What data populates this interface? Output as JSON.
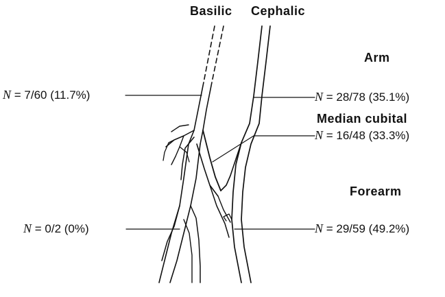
{
  "labels": {
    "basilic": "Basilic",
    "cephalic": "Cephalic",
    "arm": "Arm",
    "median_cubital": "Median cubital",
    "forearm": "Forearm"
  },
  "stats": {
    "basilic_arm": {
      "n": "N",
      "value": " = 7/60 (11.7%)"
    },
    "cephalic_arm": {
      "n": "N",
      "value": " = 28/78 (35.1%)"
    },
    "median_cubital": {
      "n": "N",
      "value": " = 16/48 (33.3%)"
    },
    "basilic_forearm": {
      "n": "N",
      "value": " = 0/2 (0%)"
    },
    "cephalic_forearm": {
      "n": "N",
      "value": " = 29/59 (49.2%)"
    }
  }
}
